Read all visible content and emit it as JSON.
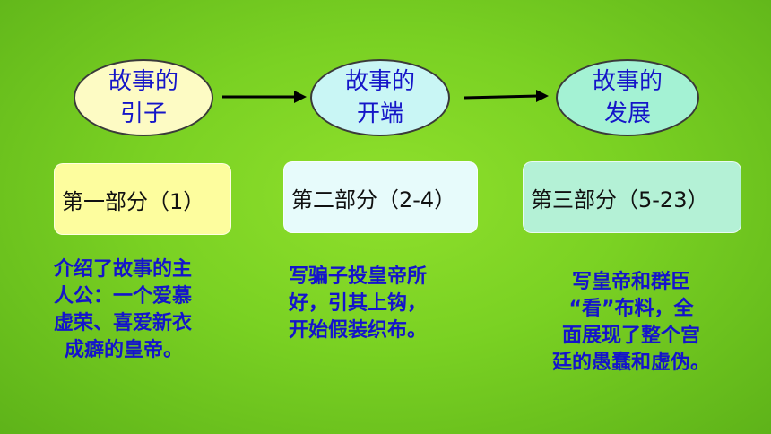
{
  "stages": [
    {
      "line1": "故事的",
      "line2": "引子",
      "fill": "#fdfbc4"
    },
    {
      "line1": "故事的",
      "line2": "开端",
      "fill": "#c9f6f5"
    },
    {
      "line1": "故事的",
      "line2": "发展",
      "fill": "#a4f2d4"
    }
  ],
  "parts": [
    {
      "label": "第一部分（1）",
      "fill": "#fdfd9e"
    },
    {
      "label": "第二部分（2-4）",
      "fill": "#e7fbfb"
    },
    {
      "label": "第三部分（5-23）",
      "fill": "#b4f1d6"
    }
  ],
  "descriptions": [
    {
      "lines": [
        "介绍了故事的主",
        "人公：一个爱慕",
        "虚荣、喜爱新衣",
        " 成癖的皇帝。"
      ]
    },
    {
      "lines": [
        "写骗子投皇帝所",
        "好，引其上钩，",
        "开始假装织布。"
      ]
    },
    {
      "lines": [
        "写皇帝和群臣",
        "“看”布料，全",
        "面展现了整个宫",
        "廷的愚蠢和虚伪。"
      ]
    }
  ]
}
